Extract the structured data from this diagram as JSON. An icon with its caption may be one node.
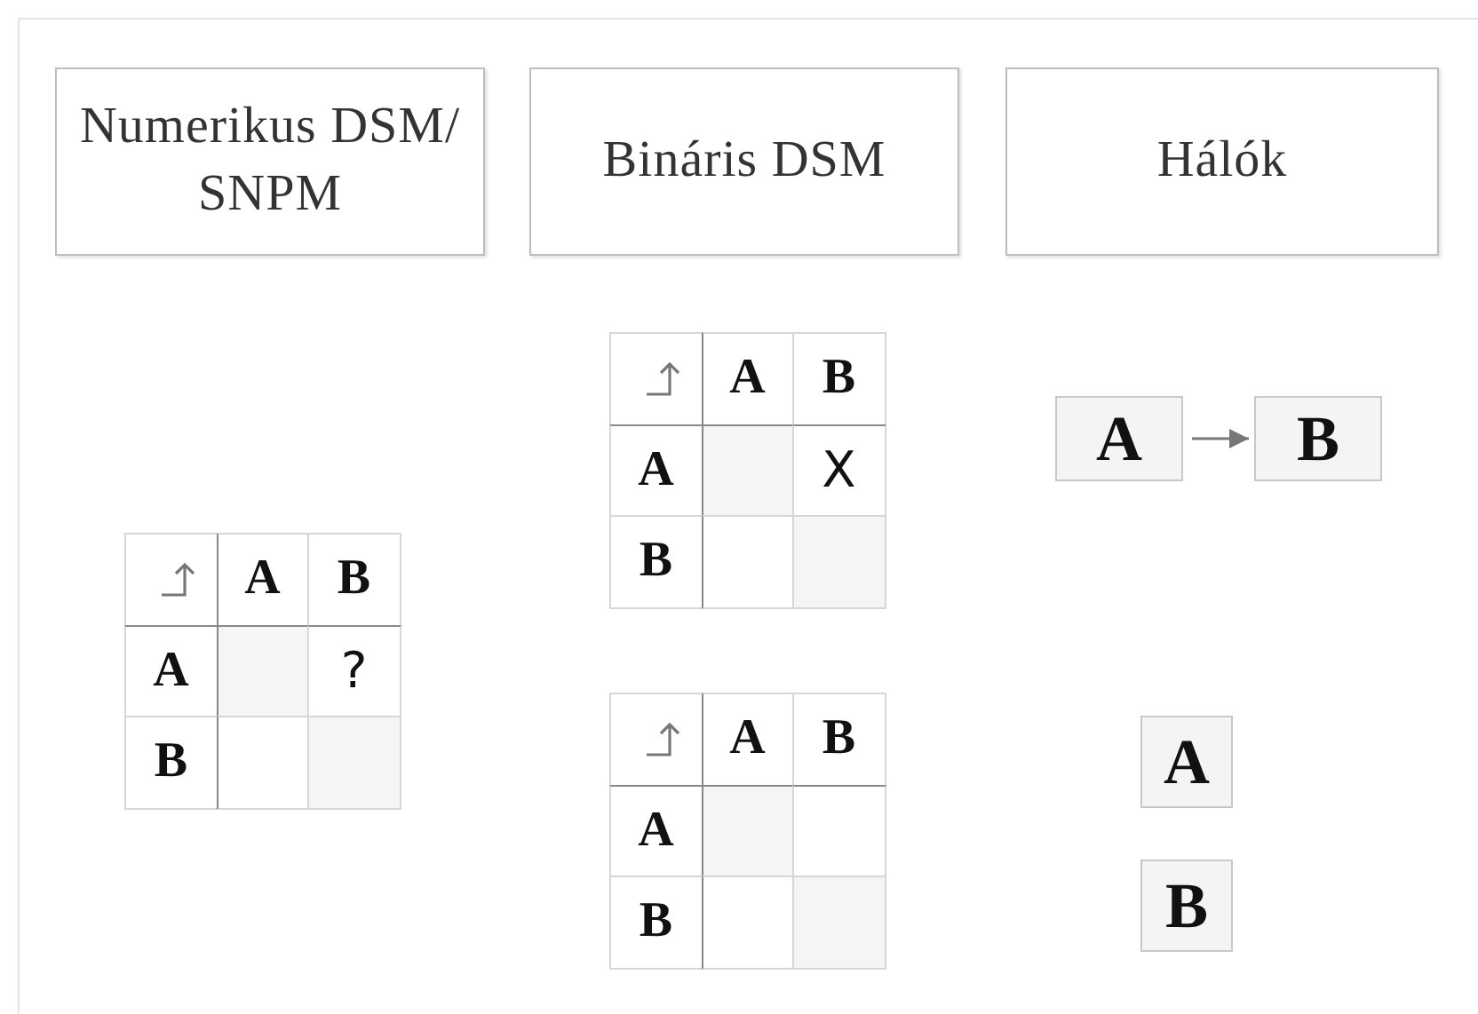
{
  "diagram": {
    "nodes": [
      {
        "text": [
          "Numerikus DSM/ SNPM"
        ]
      },
      {
        "text": [
          "Bináris DSM"
        ]
      },
      {
        "text": [
          "Hálók"
        ]
      },
      {
        "text": [
          "A"
        ]
      },
      {
        "text": [
          "B"
        ]
      },
      {
        "text": [
          "A"
        ]
      },
      {
        "text": [
          "B"
        ]
      }
    ],
    "edges": [
      {
        "from": 3,
        "to": 4,
        "arrow": "to"
      }
    ],
    "labels": [
      "A",
      "B",
      "A",
      "?",
      "B",
      "A",
      "B",
      "A",
      "X",
      "B",
      "A",
      "B",
      "A",
      "B"
    ]
  }
}
